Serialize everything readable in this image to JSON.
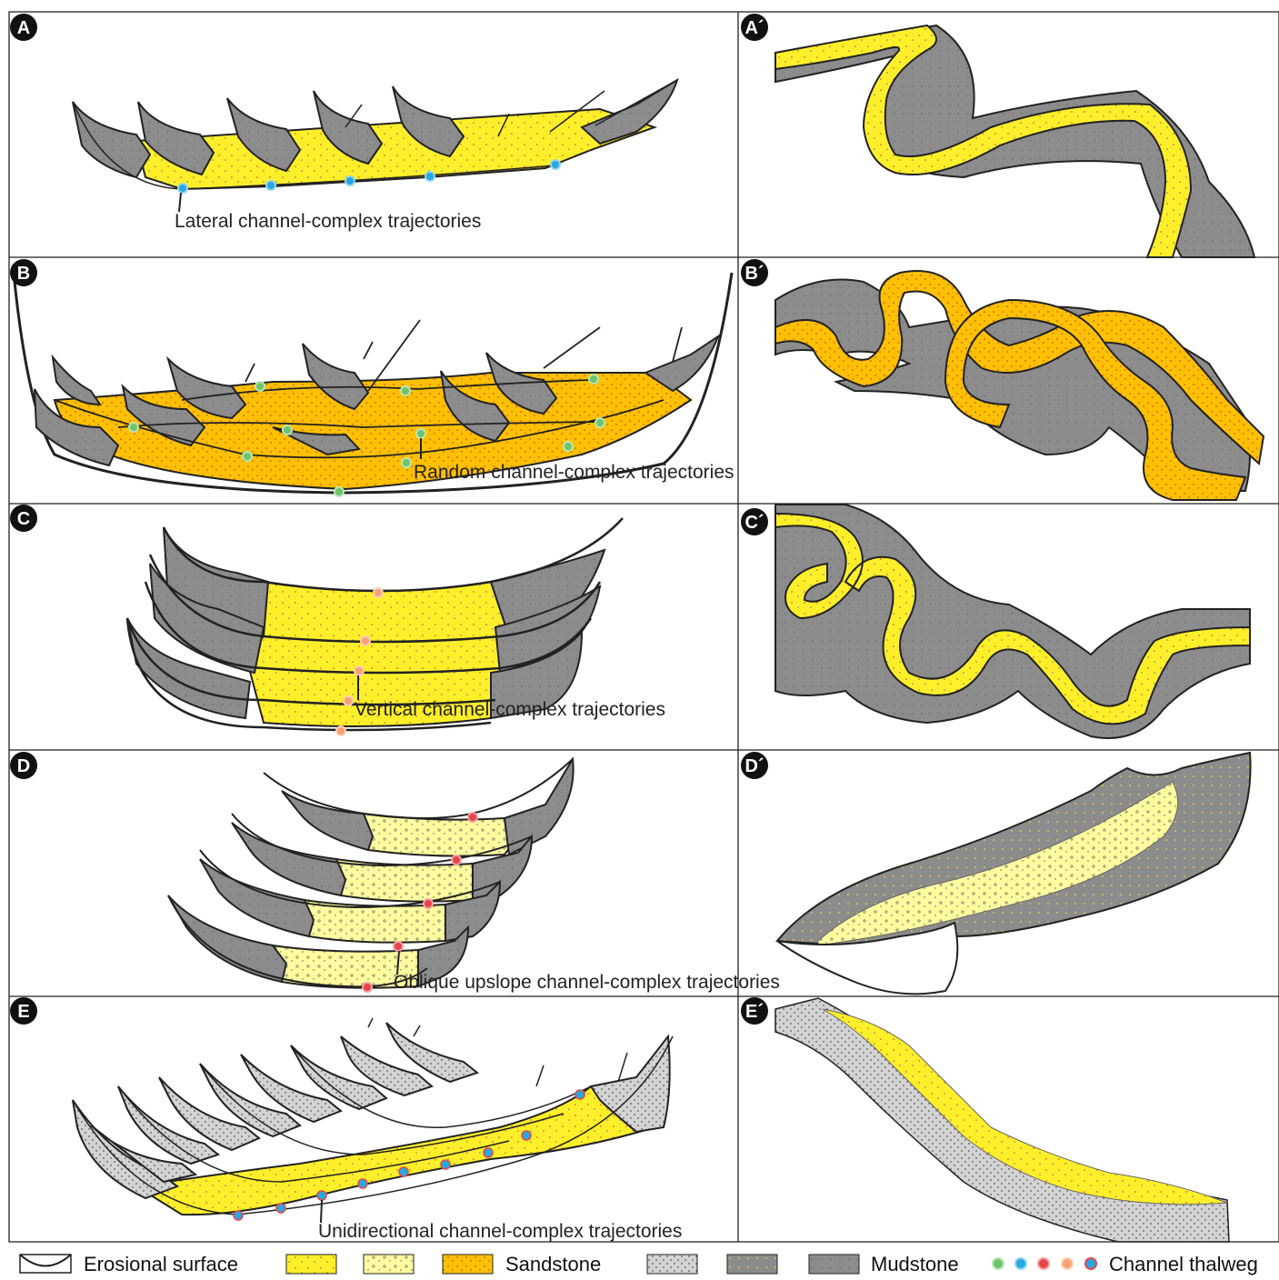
{
  "panels": [
    {
      "id": "A",
      "label": "A",
      "caption": "Lateral channel-complex trajectories"
    },
    {
      "id": "B",
      "label": "B",
      "caption": "Random channel-complex trajectories"
    },
    {
      "id": "C",
      "label": "C",
      "caption": "Vertical channel-complex trajectories"
    },
    {
      "id": "D",
      "label": "D",
      "caption": "Oblique upslope channel-complex trajectories"
    },
    {
      "id": "E",
      "label": "E",
      "caption": "Unidirectional channel-complex trajectories"
    }
  ],
  "map_panels": [
    {
      "id": "A2",
      "label": "A´"
    },
    {
      "id": "B2",
      "label": "B´"
    },
    {
      "id": "C2",
      "label": "C´"
    },
    {
      "id": "D2",
      "label": "D´"
    },
    {
      "id": "E2",
      "label": "E´"
    }
  ],
  "legend": {
    "erosional": "Erosional surface",
    "sandstone": "Sandstone",
    "mudstone": "Mudstone",
    "thalweg": "Channel thalweg"
  },
  "colors": {
    "yellow": "#ffef2a",
    "pale_yellow": "#fffca0",
    "orange": "#ffc000",
    "dark_gray": "#8c8c8c",
    "light_gray": "#d3d3d3",
    "thalweg_green": "#6fc36a",
    "thalweg_blue": "#29a7e1",
    "thalweg_red": "#e8454a",
    "thalweg_orange": "#f5a274"
  }
}
